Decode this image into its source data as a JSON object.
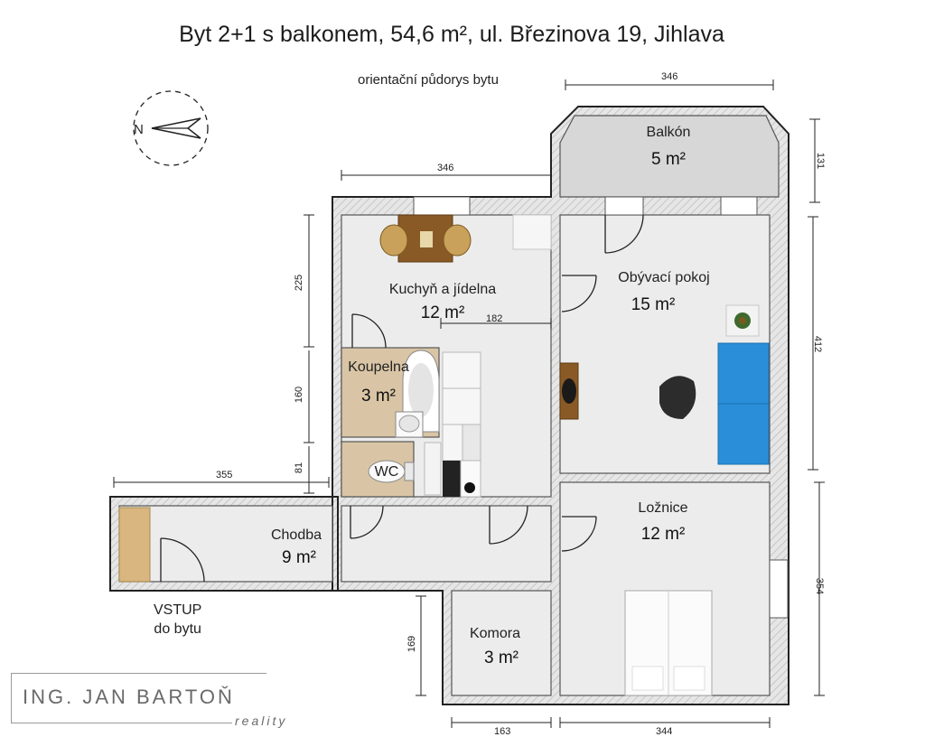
{
  "title": "Byt 2+1 s balkonem, 54,6 m², ul. Březinova 19, Jihlava",
  "subtitle": "orientační půdorys bytu",
  "compass": {
    "icon": "compass-north-arrow-icon",
    "letter": "N"
  },
  "rooms": {
    "kitchen": {
      "name": "Kuchyň a jídelna",
      "area": "12 m²"
    },
    "living": {
      "name": "Obývací pokoj",
      "area": "15 m²"
    },
    "balcony": {
      "name": "Balkón",
      "area": "5 m²"
    },
    "bathroom": {
      "name": "Koupelna",
      "area": "3 m²"
    },
    "wc": {
      "name": "WC"
    },
    "hallway": {
      "name": "Chodba",
      "area": "9 m²"
    },
    "bedroom": {
      "name": "Ložnice",
      "area": "12 m²"
    },
    "storage": {
      "name": "Komora",
      "area": "3 m²"
    }
  },
  "entry": {
    "line1": "VSTUP",
    "line2": "do bytu"
  },
  "dimensions": {
    "top_kitchen": "346",
    "top_balcony": "346",
    "balcony_depth": "131",
    "kitchen_left": "225",
    "kitchen_inner": "182",
    "bath_left": "160",
    "wc_left": "81",
    "hall_width": "355",
    "living_right": "412",
    "bedroom_right": "354",
    "storage_left": "169",
    "storage_bottom": "163",
    "bedroom_bottom": "344"
  },
  "logo": {
    "name": "ING. JAN BARTOŇ",
    "tagline": "reality"
  },
  "colors": {
    "wall": "#e4e4e4",
    "wall_hatch": "#b9b9b9",
    "floor": "#ebebeb",
    "wet_floor": "#d9c5a5",
    "sofa": "#2a8fd8",
    "table": "#8a5a26"
  }
}
